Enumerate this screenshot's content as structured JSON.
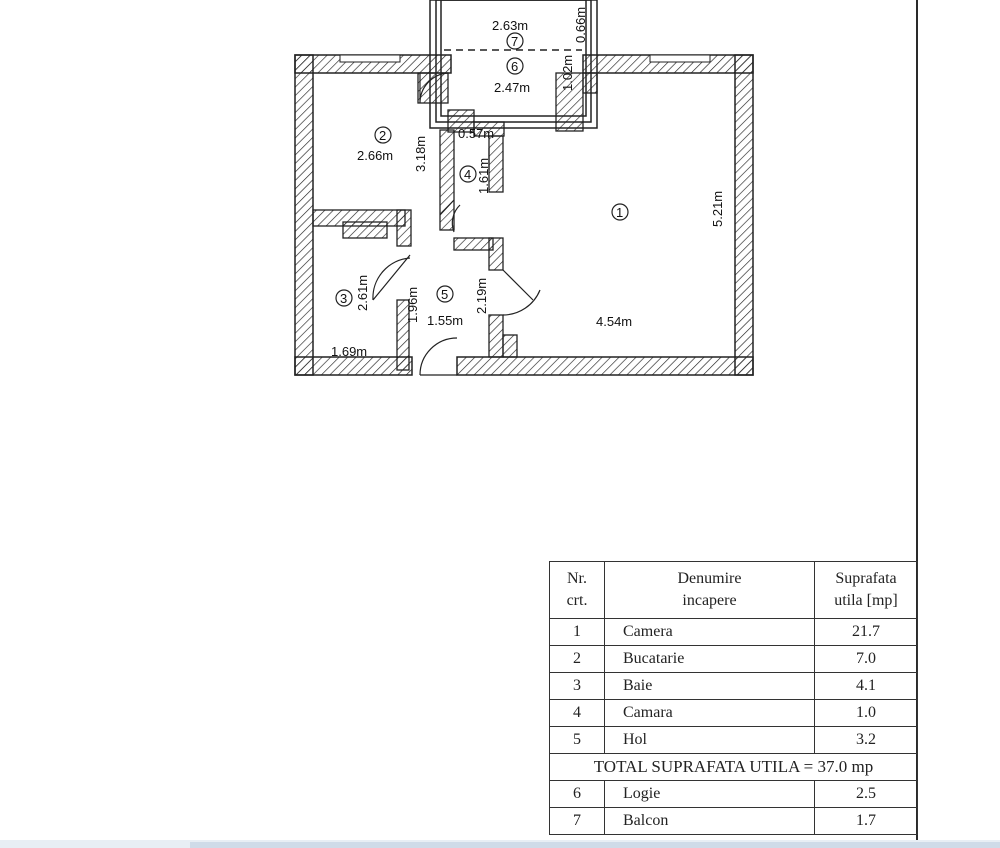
{
  "plan": {
    "dims": {
      "balcon_width": "2.63m",
      "balcon_depth": "0.66m",
      "logie_width": "2.47m",
      "logie_depth": "1.02m",
      "bucatarie_width": "2.66m",
      "bucatarie_depth": "3.18m",
      "camara_width": "0.57m",
      "camara_depth": "1.61m",
      "camera_depth": "5.21m",
      "camera_width": "4.54m",
      "baie_depth": "2.61m",
      "baie_width": "1.69m",
      "hol_depth": "1.96m",
      "hol_width": "1.55m",
      "hol_depth2": "2.19m"
    },
    "room_numbers": [
      "1",
      "2",
      "3",
      "4",
      "5",
      "6",
      "7"
    ]
  },
  "table": {
    "header": {
      "nr_line1": "Nr.",
      "nr_line2": "crt.",
      "name_line1": "Denumire",
      "name_line2": "incapere",
      "area_line1": "Suprafata",
      "area_line2": "utila [mp]"
    },
    "rows": [
      {
        "nr": "1",
        "name": "Camera",
        "area": "21.7"
      },
      {
        "nr": "2",
        "name": "Bucatarie",
        "area": "7.0"
      },
      {
        "nr": "3",
        "name": "Baie",
        "area": "4.1"
      },
      {
        "nr": "4",
        "name": "Camara",
        "area": "1.0"
      },
      {
        "nr": "5",
        "name": "Hol",
        "area": "3.2"
      }
    ],
    "total": "TOTAL SUPRAFATA UTILA = 37.0 mp",
    "extra_rows": [
      {
        "nr": "6",
        "name": "Logie",
        "area": "2.5"
      },
      {
        "nr": "7",
        "name": "Balcon",
        "area": "1.7"
      }
    ]
  }
}
